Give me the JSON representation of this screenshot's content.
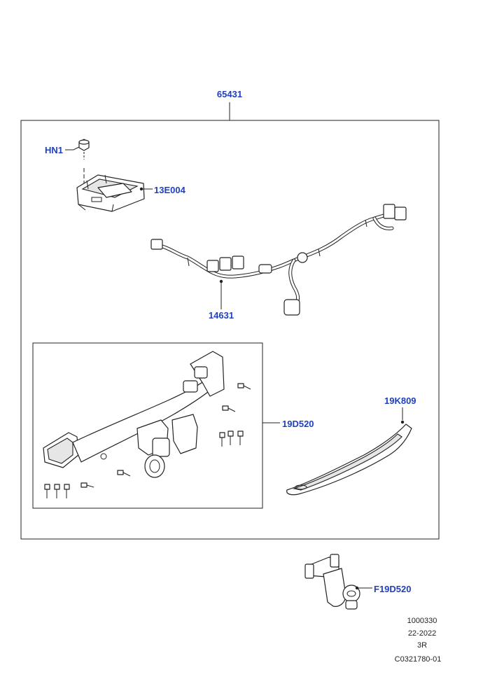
{
  "diagram": {
    "callouts": {
      "main_assembly": "65431",
      "nut": "HN1",
      "module": "13E004",
      "harness": "14631",
      "tow_bar": "19D520",
      "cover": "19K809",
      "tow_ball": "F19D520"
    },
    "footer": {
      "line1": "1000330",
      "line2": "22-2022",
      "line3": "3R",
      "line4": "C0321780-01"
    }
  }
}
